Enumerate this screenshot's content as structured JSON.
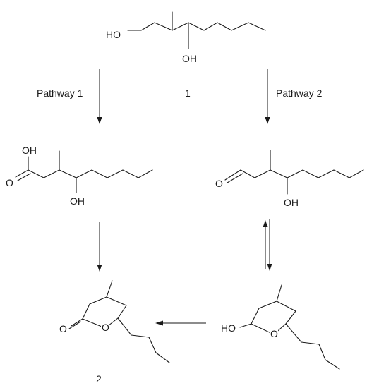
{
  "pathway_labels": {
    "left": "Pathway 1",
    "right": "Pathway 2"
  },
  "compound_numbers": {
    "start": "1",
    "product": "2"
  },
  "atoms": {
    "hydroxyl": "HO",
    "hydroxyl_right": "OH",
    "ring_oxygen": "O",
    "carbonyl_oxygen": "O"
  },
  "compounds": [
    {
      "id": "diol",
      "number": "1"
    },
    {
      "id": "hydroxy-acid"
    },
    {
      "id": "hydroxy-aldehyde"
    },
    {
      "id": "lactone",
      "number": "2"
    },
    {
      "id": "lactol"
    }
  ],
  "reactions": [
    {
      "from": "diol",
      "to": "hydroxy-acid",
      "label": "Pathway 1",
      "arrow": "forward"
    },
    {
      "from": "diol",
      "to": "hydroxy-aldehyde",
      "label": "Pathway 2",
      "arrow": "forward"
    },
    {
      "from": "hydroxy-acid",
      "to": "lactone",
      "arrow": "forward"
    },
    {
      "from": "hydroxy-aldehyde",
      "to": "lactol",
      "arrow": "equilibrium"
    },
    {
      "from": "lactol",
      "to": "lactone",
      "arrow": "forward"
    }
  ]
}
